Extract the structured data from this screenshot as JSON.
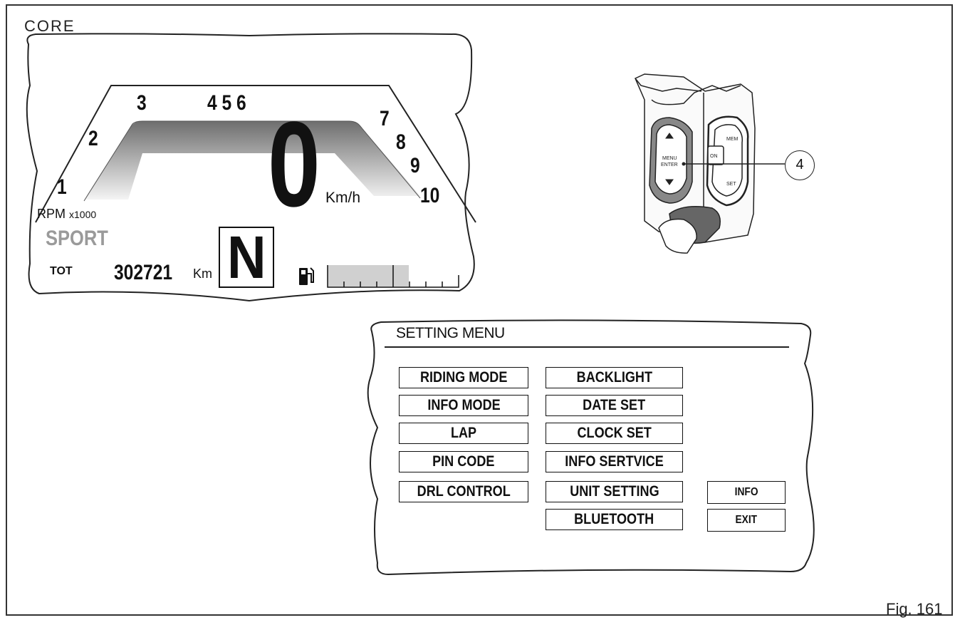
{
  "core_label": "CORE",
  "dashboard": {
    "rpm_scale": [
      "1",
      "2",
      "3",
      "4 5 6",
      "7",
      "8",
      "9",
      "10"
    ],
    "rpm_unit": "RPM",
    "rpm_multiplier": "x1000",
    "riding_mode": "SPORT",
    "speed": "0",
    "speed_unit": "Km/h",
    "gear": "N",
    "odometer_label": "TOT",
    "odometer_value": "302721",
    "odometer_unit": "Km",
    "fuel_icon": "fuel-pump-icon"
  },
  "control_callout": "4",
  "setting_menu": {
    "title": "SETTING MENU",
    "left_column": [
      "RIDING MODE",
      "INFO MODE",
      "LAP",
      "PIN CODE",
      "DRL CONTROL"
    ],
    "right_column": [
      "BACKLIGHT",
      "DATE SET",
      "CLOCK SET",
      "INFO SERTVICE",
      "UNIT SETTING",
      "BLUETOOTH"
    ],
    "info_button": "INFO",
    "exit_button": "EXIT"
  },
  "figure_label": "Fig. 161"
}
